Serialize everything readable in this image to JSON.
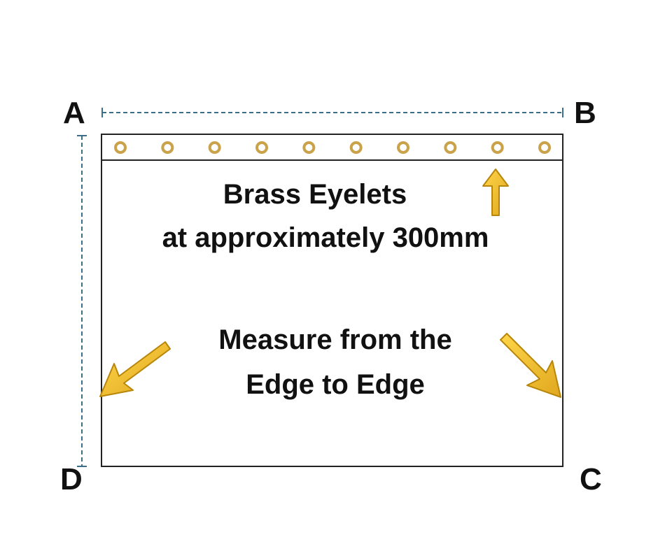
{
  "corners": {
    "a": "A",
    "b": "B",
    "c": "C",
    "d": "D"
  },
  "eyelets": {
    "title": "Brass Eyelets",
    "spacing": "at approximately 300mm",
    "count": 10
  },
  "measure": {
    "line1": "Measure from the",
    "line2": "Edge to Edge"
  },
  "colors": {
    "outline": "#222222",
    "dimension": "#3a6f8a",
    "brass": "#c9a24a",
    "arrow": "#f2c233",
    "arrow_edge": "#b8860b",
    "text": "#111111"
  },
  "icons": {
    "up": "up-arrow-icon",
    "down_left": "down-left-arrow-icon",
    "down_right": "down-right-arrow-icon"
  }
}
